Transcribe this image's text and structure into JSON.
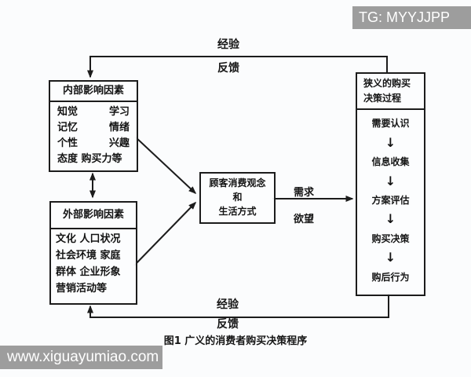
{
  "watermarks": {
    "top_right": "TG: MYYJJPP",
    "bottom_left": "www.xiguayumiao.com"
  },
  "feedback_top": {
    "experience": "经验",
    "feedback": "反馈"
  },
  "feedback_bottom": {
    "experience": "经验",
    "feedback": "反馈"
  },
  "internal_box": {
    "title": "内部影响因素",
    "pairs": [
      [
        "知觉",
        "学习"
      ],
      [
        "记忆",
        "情绪"
      ],
      [
        "个性",
        "兴趣"
      ]
    ],
    "last_line": "态度 购买力等"
  },
  "external_box": {
    "title": "外部影响因素",
    "lines": [
      "文化 人口状况",
      "社会环境 家庭",
      "群体 企业形象",
      "营销活动等"
    ]
  },
  "center_box": {
    "lines": [
      "顾客消费观念",
      "和",
      "生活方式"
    ]
  },
  "flow_labels": {
    "demand": "需求",
    "desire": "欲望"
  },
  "right_box": {
    "title_lines": [
      "狭义的购买",
      "决策过程"
    ],
    "steps": [
      "需要认识",
      "信息收集",
      "方案评估",
      "购买决策",
      "购后行为"
    ]
  },
  "icons": {
    "arrow_down": "↓"
  },
  "caption": "图1 广义的消费者购买决策程序",
  "colors": {
    "line": "#1c1c1c",
    "watermark_bg": "#9d9d9d",
    "background": "#fbfcfd"
  }
}
